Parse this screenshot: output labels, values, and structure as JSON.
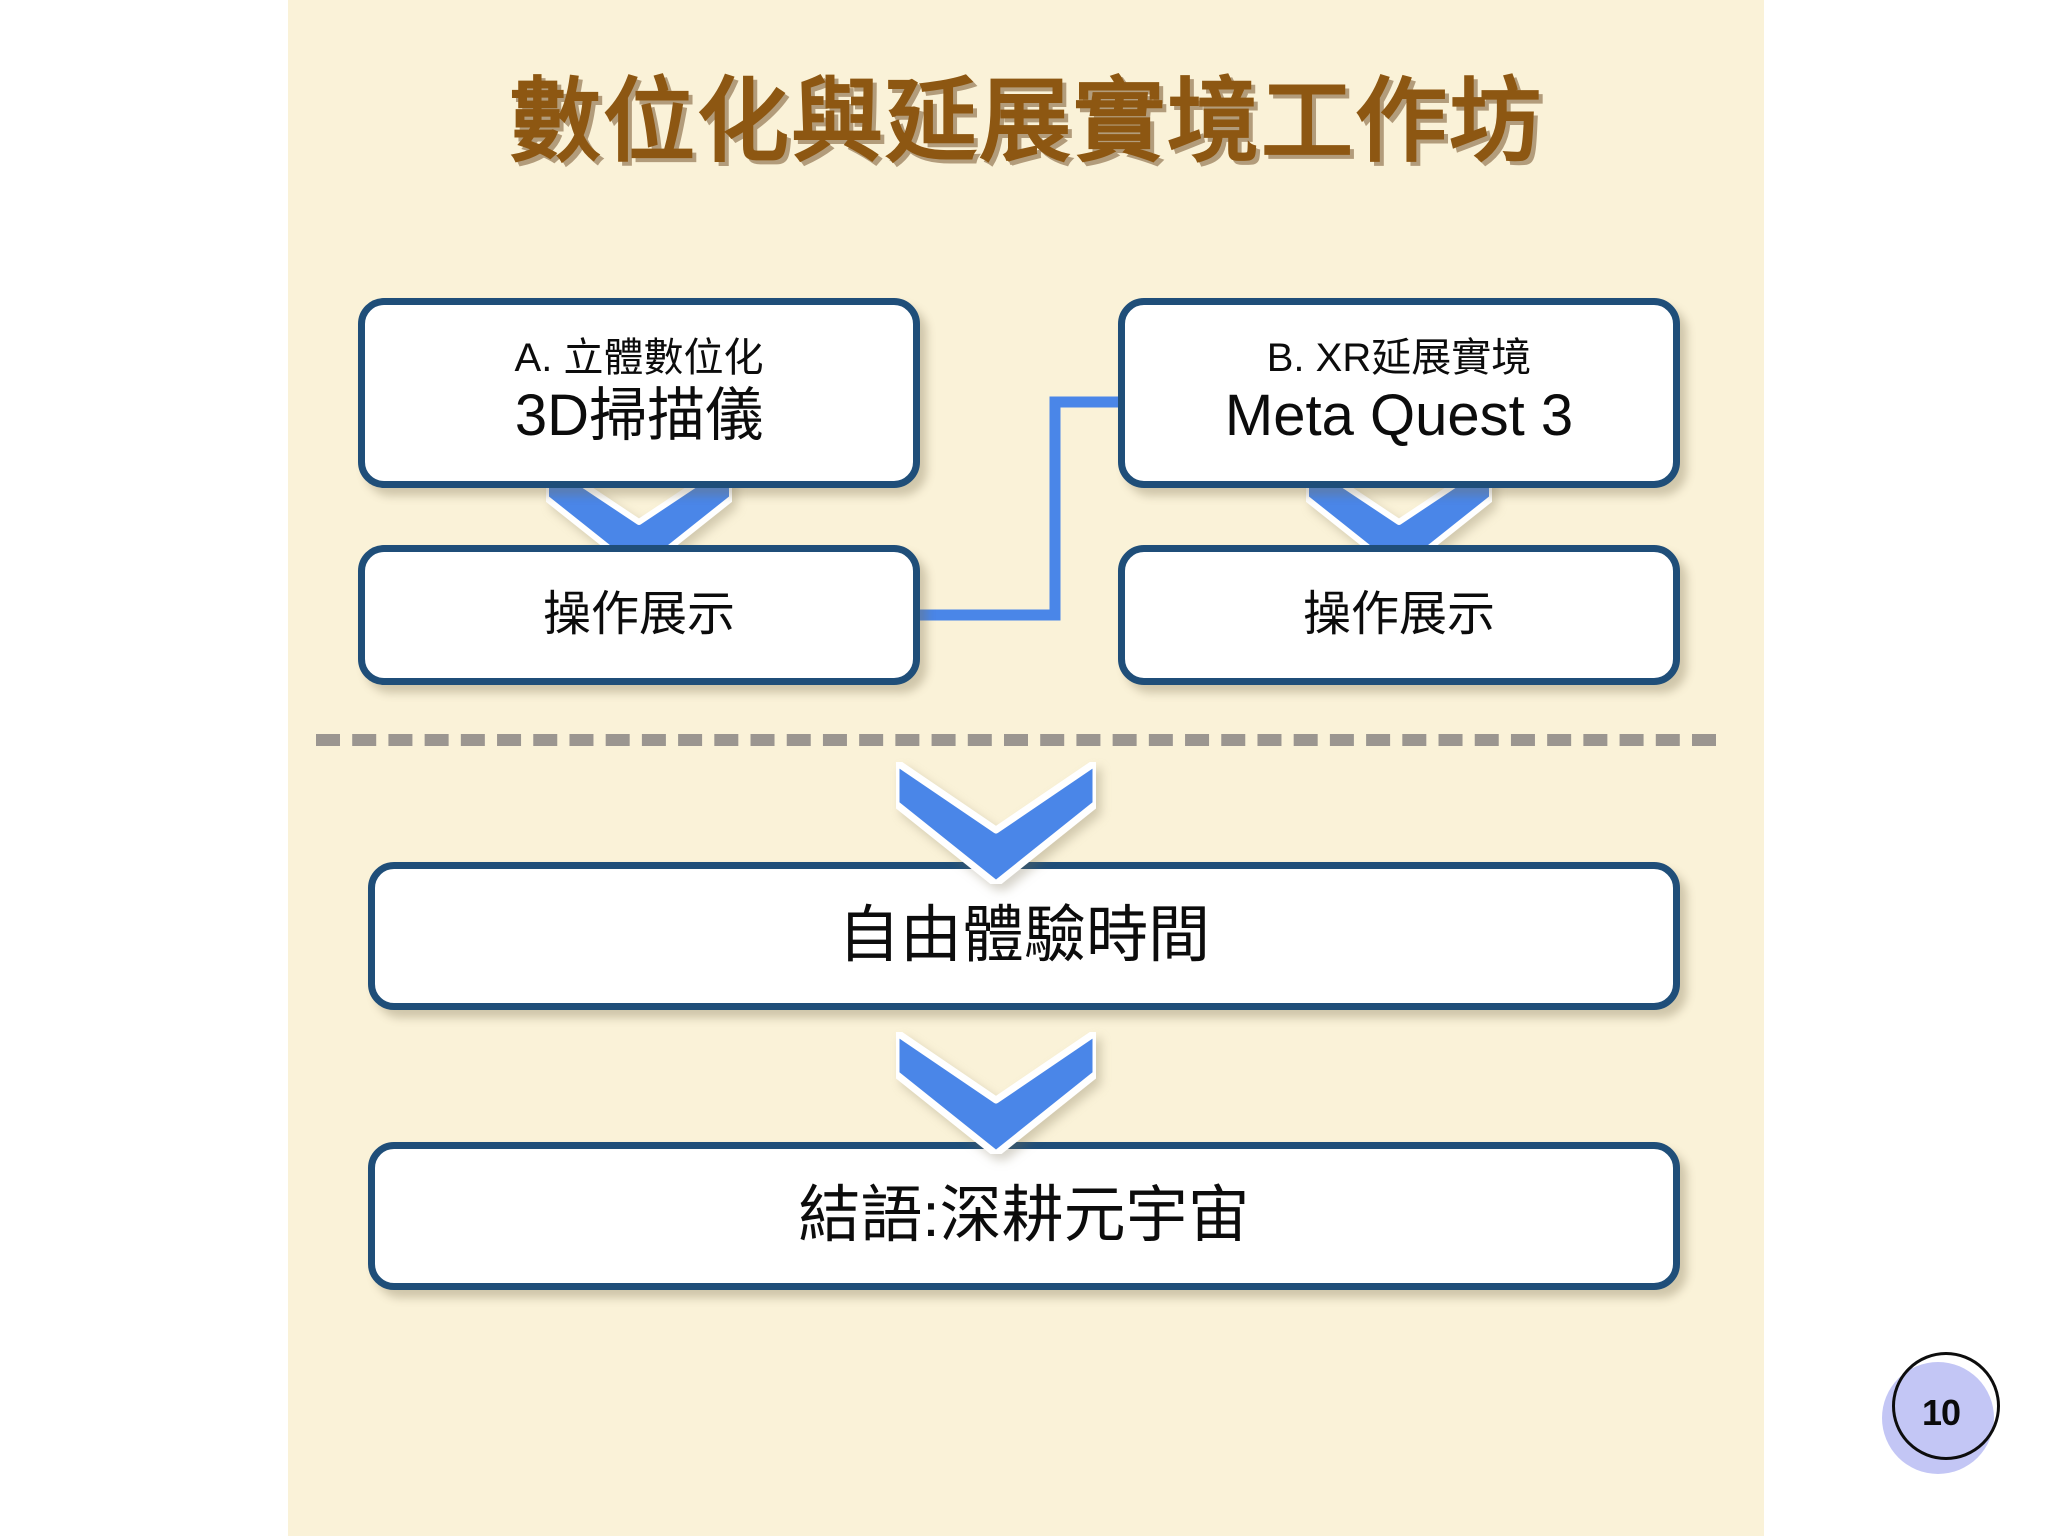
{
  "slide": {
    "title": "數位化與延展實境工作坊",
    "page_number": "10",
    "background_color": "#faf2d8",
    "title_color": "#8d5712",
    "node_border_color": "#1f4e79",
    "arrow_color": "#4a86e8",
    "divider_color": "#9b9690",
    "badge_color": "#c3c6f5"
  },
  "nodes": {
    "track_a": {
      "label_small": "A. 立體數位化",
      "label_big": "3D掃描儀"
    },
    "track_b": {
      "label_small": "B. XR延展實境",
      "label_big": "Meta Quest 3"
    },
    "track_a_demo": {
      "label": "操作展示"
    },
    "track_b_demo": {
      "label": "操作展示"
    },
    "free_time": {
      "label": "自由體驗時間"
    },
    "conclusion": {
      "label": "結語:深耕元宇宙"
    }
  }
}
